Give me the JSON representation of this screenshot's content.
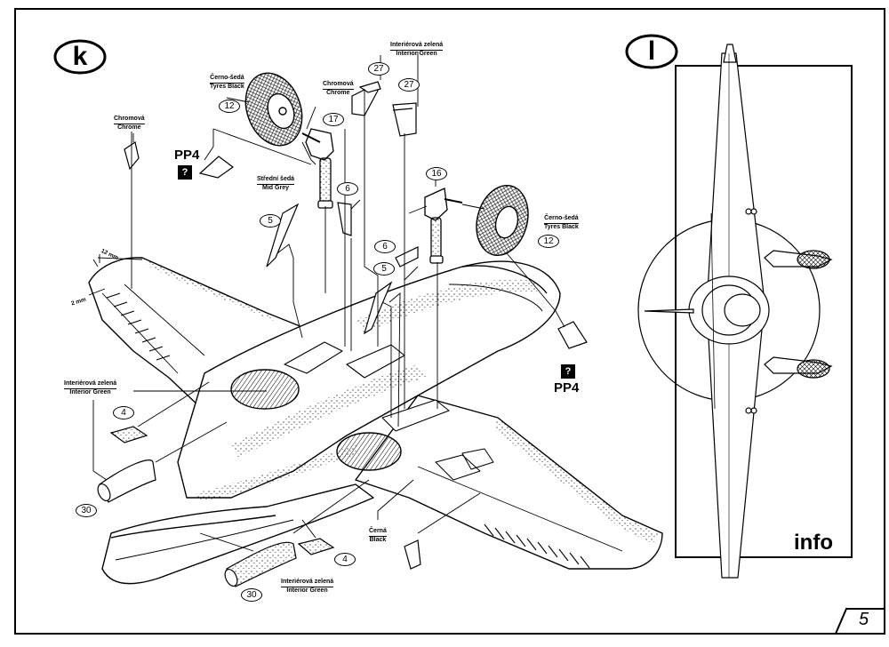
{
  "steps": {
    "left": "k",
    "right": "l"
  },
  "labels": {
    "chrome_left": {
      "cz": "Chromová",
      "en": "Chrome"
    },
    "chrome_top": {
      "cz": "Chromová",
      "en": "Chrome"
    },
    "tyres_left": {
      "cz": "Černo-šedá",
      "en": "Tyres Black"
    },
    "tyres_right": {
      "cz": "Černo-šedá",
      "en": "Tyres Black"
    },
    "midgrey": {
      "cz": "Střední šedá",
      "en": "Mid Grey"
    },
    "green_top": {
      "cz": "Interiérová zelená",
      "en": "Interior Green"
    },
    "green_left": {
      "cz": "Interiérová zelená",
      "en": "Interior Green"
    },
    "green_bottom": {
      "cz": "Interiérová zelená",
      "en": "Interior Green"
    },
    "black": {
      "cz": "Černá",
      "en": "Black"
    }
  },
  "parts": {
    "p12_left": "12",
    "p12_right": "12",
    "p17": "17",
    "p16": "16",
    "p27_a": "27",
    "p27_b": "27",
    "p6_a": "6",
    "p6_b": "6",
    "p5_a": "5",
    "p5_b": "5",
    "p4_a": "4",
    "p4_b": "4",
    "p30_a": "30",
    "p30_b": "30"
  },
  "pp4": {
    "left": "PP4",
    "right": "PP4",
    "q": "?"
  },
  "dims": {
    "mm12": "12 mm",
    "mm2": "2 mm"
  },
  "info_label": "info",
  "page_number": "5"
}
